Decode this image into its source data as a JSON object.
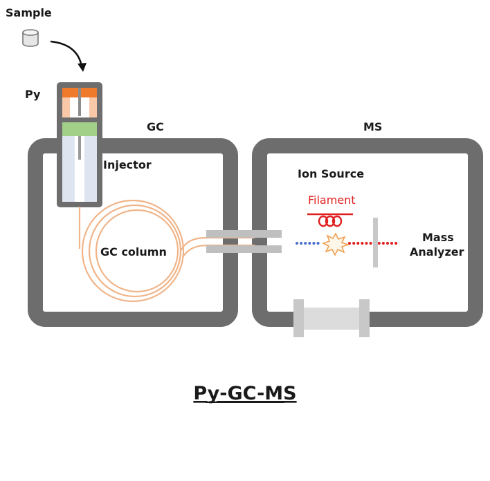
{
  "labels": {
    "sample": "Sample",
    "py": "Py",
    "gc": "GC",
    "ms": "MS",
    "injector": "Injector",
    "ion_source": "Ion Source",
    "filament": "Filament",
    "gc_column": "GC column",
    "mass_analyzer_line1": "Mass",
    "mass_analyzer_line2": "Analyzer",
    "title": "Py-GC-MS"
  },
  "colors": {
    "chamber_wall": "#6d6d6d",
    "column": "#f0b488",
    "pyrolyzer_cap": "#ef7a2c",
    "pyrolyzer_body": "#f8c8a8",
    "injector_seal": "#a3d088",
    "injector_liner": "#dfe5f0",
    "transfer_line": "#bfbfbf",
    "ion_dots_blue": "#4a6fc9",
    "ion_dots_red": "#e02020",
    "filament": "#e02020",
    "analyzer_plate": "#c8c8c8",
    "pump_body": "#dcdcdc"
  }
}
